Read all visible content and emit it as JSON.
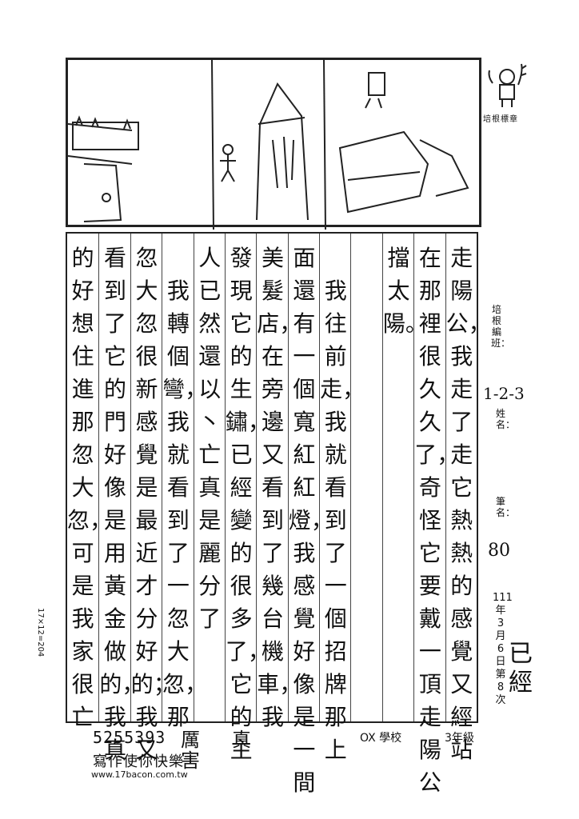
{
  "logo": {
    "caption": "培根標章",
    "icon": "kid-with-plant-icon"
  },
  "side": {
    "class_label": "培根編班：",
    "class_code": "1-2-3",
    "name_label": "姓名：",
    "pen_label": "筆名：",
    "pen_value": "80",
    "date": {
      "year": "111",
      "year_unit": "年",
      "month": "3",
      "month_unit": "月",
      "day": "6",
      "day_unit": "日",
      "count_label": "第",
      "count": "8",
      "count_unit": "次"
    },
    "teacher_mark": "已經"
  },
  "essay": {
    "columns": [
      "走陽公，我走了走它熱熱的感覺又經站",
      "在那裡很久久了，奇怪它要戴一頂走陽公",
      "擋太陽。",
      "",
      "　我往前走，我就看到了一個招牌那上",
      "面還有一個寬紅紅燈，我感覺好像是一間",
      "美髮店，在旁邊又看到了幾台機車，我",
      "發現它的生鏽，已經變的很多了，它的主",
      "人已然還以丶亡真是麗分了",
      "　我轉個彎，我就看到了一忽大忽，那",
      "忽大忽很新感覺是最近才分好的；我又",
      "看到了它的門好像是用黃金做的，我真",
      "的好想住進那忽大忽，可是我家很亡"
    ]
  },
  "footer": {
    "school": "OX 學校",
    "grade": "3年級",
    "id": "5255393",
    "slogan": "寫作使你快樂",
    "url": "www.17bacon.com.tw",
    "side_code": "17×12=204",
    "teacher_note1": "厲害",
    "teacher_note2": "真"
  }
}
